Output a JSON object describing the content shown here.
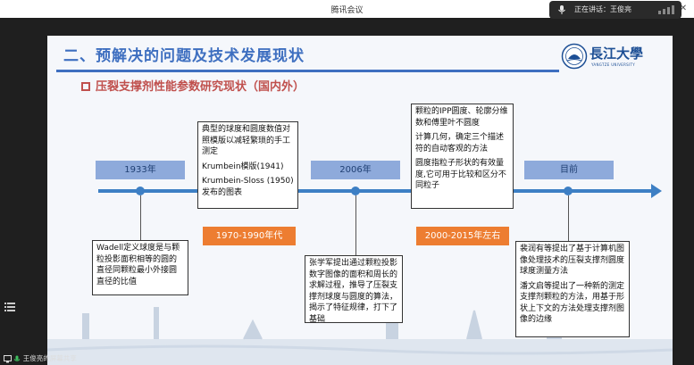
{
  "window": {
    "app_title": "腾讯会议",
    "speaking_label": "正在讲话：王俊亮"
  },
  "slide": {
    "title": "二、预解决的问题及技术发展现状",
    "subtitle": "压裂支撑剂性能参数研究现状（国内外）",
    "logo": {
      "name": "長江大學",
      "subtext": "YANGTZE UNIVERSITY"
    },
    "timeline": {
      "nodes": [
        {
          "label": "1933年",
          "color": "#8eaadb"
        },
        {
          "label": "1970-1990年代",
          "color": "#ed7d31"
        },
        {
          "label": "2006年",
          "color": "#8eaadb"
        },
        {
          "label": "2000-2015年左右",
          "color": "#ed7d31"
        },
        {
          "label": "目前",
          "color": "#8eaadb"
        }
      ],
      "boxes": {
        "b1933": "Wadell定义球度是与颗粒投影面积相等的圆的直径同颗粒最小外接圆直径的比值",
        "b1970": [
          "典型的球度和圆度数值对照模版以减轻繁琐的手工测定",
          "Krumbein模版(1941)",
          "Krumbein-Sloss (1950)发布的图表"
        ],
        "b1990": "张学军提出通过颗粒投影数字图像的面积和周长的求解过程，推导了压裂支撑剂球度与圆度的算法，揭示了特征规律，打下了基础",
        "b2006": [
          "颗粒的IPP圆度、轮廓分维数和傅里叶不圆度",
          "计算几何，确定三个描述符的自动客观的方法",
          "圆度指粒子形状的有效量度,它可用于比较和区分不同粒子"
        ],
        "bnow": [
          "裴润有等提出了基于计算机图像处理技术的压裂支撑剂圆度球度测量方法",
          "潘文启等提出了一种新的测定支撑剂颗粒的方法，用基于形状上下文的方法处理支撑剂图像的边缘"
        ]
      }
    }
  },
  "share_bar": {
    "label": "王俊亮的屏幕共享"
  },
  "colors": {
    "title_blue": "#3e6fc0",
    "subtitle_red": "#c0504d",
    "timeline_blue": "#3d7fc4",
    "accent_orange": "#ed7d31"
  }
}
